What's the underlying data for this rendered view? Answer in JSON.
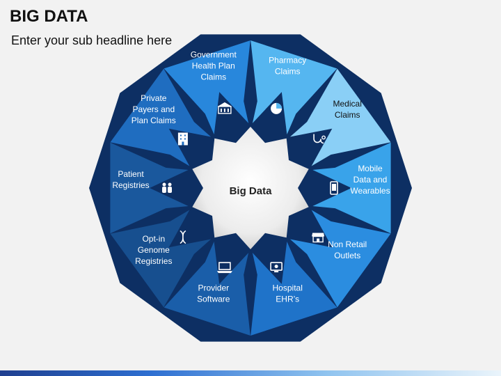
{
  "header": {
    "title": "BIG DATA",
    "subtitle": "Enter your sub headline here"
  },
  "diagram": {
    "center_label": "Big Data",
    "segments": [
      {
        "label": [
          "Pharmacy",
          "Claims"
        ],
        "icon": "pie-chart-icon",
        "color": "#55b6f0"
      },
      {
        "label": [
          "Medical",
          "Claims"
        ],
        "icon": "stethoscope-icon",
        "color": "#8acff6"
      },
      {
        "label": [
          "Mobile",
          "Data and",
          "Wearables"
        ],
        "icon": "mobile-phone-icon",
        "color": "#39a3ea"
      },
      {
        "label": [
          "Non Retail",
          "Outlets"
        ],
        "icon": "storefront-icon",
        "color": "#2b8de0"
      },
      {
        "label": [
          "Hospital",
          "EHR’s"
        ],
        "icon": "monitor-icon",
        "color": "#1f73c9"
      },
      {
        "label": [
          "Provider",
          "Software"
        ],
        "icon": "laptop-icon",
        "color": "#1a5ea9"
      },
      {
        "label": [
          "Opt-in",
          "Genome",
          "Registries"
        ],
        "icon": "dna-icon",
        "color": "#174f8f"
      },
      {
        "label": [
          "Patient",
          "Registries"
        ],
        "icon": "people-icon",
        "color": "#1a589d"
      },
      {
        "label": [
          "Private",
          "Payers and",
          "Plan Claims"
        ],
        "icon": "building-icon",
        "color": "#1f6dc0"
      },
      {
        "label": [
          "Government",
          "Health Plan",
          "Claims"
        ],
        "icon": "government-building-icon",
        "color": "#2887dc"
      }
    ]
  }
}
